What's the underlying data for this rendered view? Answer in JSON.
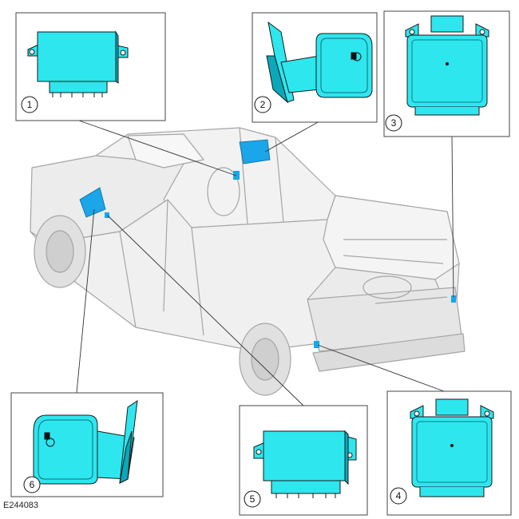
{
  "figure": {
    "reference_code": "E244083",
    "callouts": [
      {
        "number": "1"
      },
      {
        "number": "2"
      },
      {
        "number": "3"
      },
      {
        "number": "4"
      },
      {
        "number": "5"
      },
      {
        "number": "6"
      }
    ]
  },
  "colors": {
    "component": "#2ee6ee",
    "component_dark": "#0aa8b8",
    "outline": "#222222",
    "vehicle_line": "#9a9a9a",
    "vehicle_fill": "#eeeeee",
    "highlight": "#1aa6e8"
  }
}
